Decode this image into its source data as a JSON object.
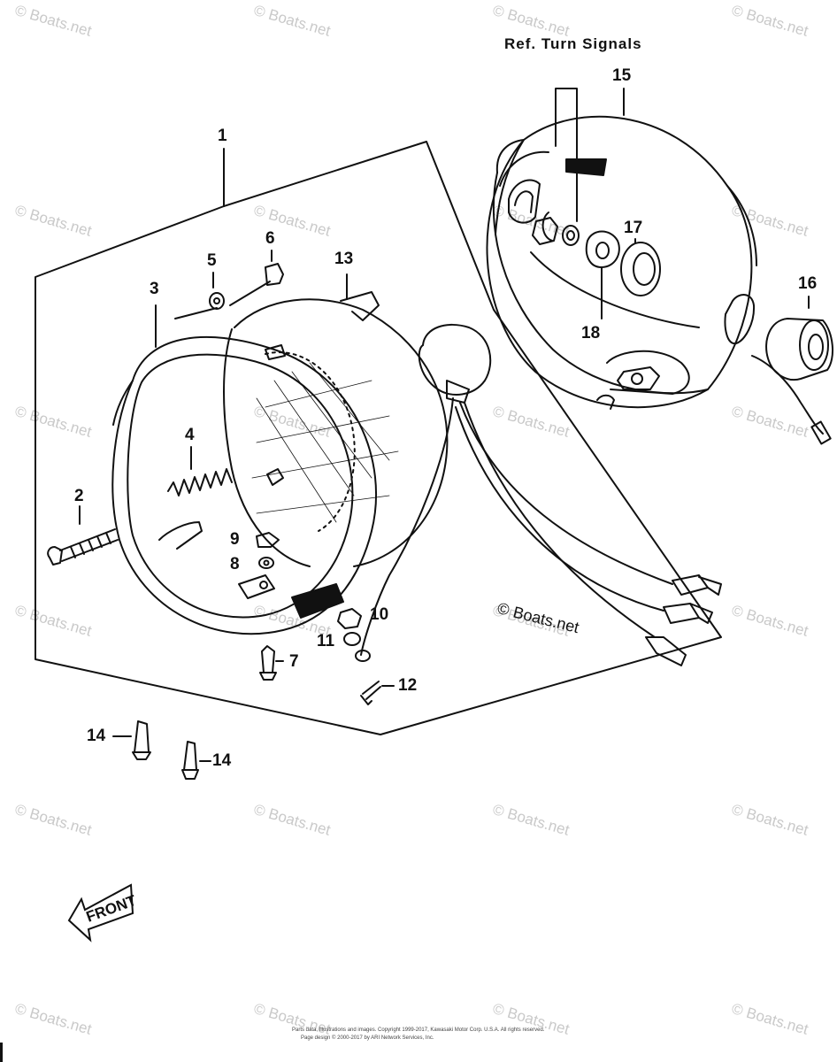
{
  "watermark_text": "© Boats.net",
  "reference_label": "Ref.  Turn Signals",
  "copyright_overlay": "© Boats.net",
  "front_label": "FRONT",
  "fine_print": [
    "Parts data, Illustrations and images. Copyright 1999-2017, Kawasaki Motor Corp. U.S.A. All rights reserved.",
    "Page design © 2000-2017 by ARI Network Services, Inc."
  ],
  "callouts": [
    {
      "id": "c1",
      "label": "1"
    },
    {
      "id": "c2",
      "label": "2"
    },
    {
      "id": "c3",
      "label": "3"
    },
    {
      "id": "c4",
      "label": "4"
    },
    {
      "id": "c5",
      "label": "5"
    },
    {
      "id": "c6",
      "label": "6"
    },
    {
      "id": "c7",
      "label": "7"
    },
    {
      "id": "c8",
      "label": "8"
    },
    {
      "id": "c9",
      "label": "9"
    },
    {
      "id": "c10",
      "label": "10"
    },
    {
      "id": "c11",
      "label": "11"
    },
    {
      "id": "c12",
      "label": "12"
    },
    {
      "id": "c13",
      "label": "13"
    },
    {
      "id": "c14a",
      "label": "14"
    },
    {
      "id": "c14b",
      "label": "14"
    },
    {
      "id": "c15",
      "label": "15"
    },
    {
      "id": "c16",
      "label": "16"
    },
    {
      "id": "c17",
      "label": "17"
    },
    {
      "id": "c18",
      "label": "18"
    }
  ],
  "colors": {
    "line": "#111111",
    "watermark": "#c9c9c9",
    "background": "#ffffff"
  }
}
